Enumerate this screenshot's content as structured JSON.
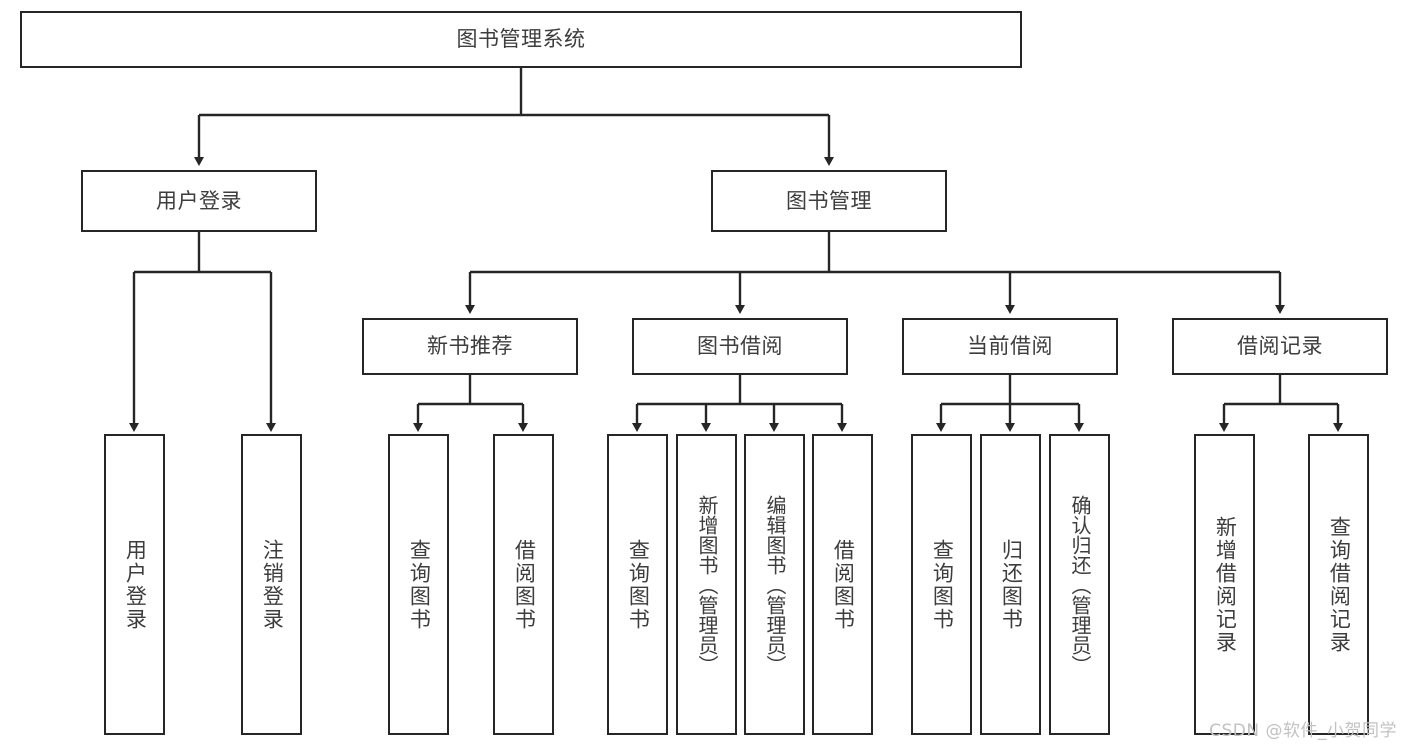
{
  "diagram": {
    "title": "图书管理系统",
    "type": "tree",
    "colors": {
      "stroke": "#262626",
      "box_fill": "#ffffff",
      "text": "#3d3d3d",
      "watermark": "#c2c2c2",
      "background": "#ffffff"
    },
    "watermark": "CSDN @软件_小贺同学",
    "nodes": {
      "root": {
        "label": "图书管理系统"
      },
      "level2": [
        {
          "id": "user-login",
          "label": "用户登录"
        },
        {
          "id": "book-management",
          "label": "图书管理"
        }
      ],
      "level3": [
        {
          "id": "new-book-recommend",
          "label": "新书推荐"
        },
        {
          "id": "book-borrow",
          "label": "图书借阅"
        },
        {
          "id": "current-borrow",
          "label": "当前借阅"
        },
        {
          "id": "borrow-record",
          "label": "借阅记录"
        }
      ],
      "leaves": {
        "user_login": [
          {
            "id": "leaf-user-login",
            "label": "用户登录"
          },
          {
            "id": "leaf-logout-login",
            "label": "注销登录"
          }
        ],
        "new_book_recommend": [
          {
            "id": "leaf-query-book-1",
            "label": "查询图书"
          },
          {
            "id": "leaf-borrow-book-1",
            "label": "借阅图书"
          }
        ],
        "book_borrow": [
          {
            "id": "leaf-query-book-2",
            "label": "查询图书"
          },
          {
            "id": "leaf-add-book",
            "label": "新增图书（管理员）"
          },
          {
            "id": "leaf-edit-book",
            "label": "编辑图书（管理员）"
          },
          {
            "id": "leaf-borrow-book-2",
            "label": "借阅图书"
          }
        ],
        "current_borrow": [
          {
            "id": "leaf-query-book-3",
            "label": "查询图书"
          },
          {
            "id": "leaf-return-book",
            "label": "归还图书"
          },
          {
            "id": "leaf-confirm-return",
            "label": "确认归还（管理员）"
          }
        ],
        "borrow_record": [
          {
            "id": "leaf-add-record",
            "label": "新增借阅记录"
          },
          {
            "id": "leaf-query-record",
            "label": "查询借阅记录"
          }
        ]
      }
    }
  }
}
